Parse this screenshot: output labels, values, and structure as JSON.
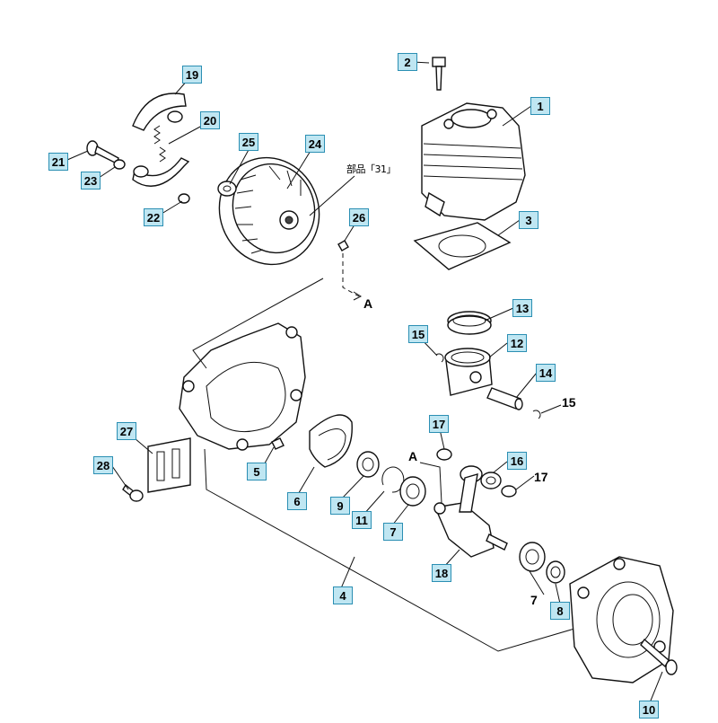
{
  "note_text": "部品「31」",
  "reference_letter": "A",
  "callouts": {
    "c1": "1",
    "c2": "2",
    "c3": "3",
    "c4": "4",
    "c5": "5",
    "c6": "6",
    "c7": "7",
    "c8": "8",
    "c9": "9",
    "c10": "10",
    "c11": "11",
    "c12": "12",
    "c13": "13",
    "c14": "14",
    "c15": "15",
    "c16": "16",
    "c17": "17",
    "c18": "18",
    "c19": "19",
    "c20": "20",
    "c21": "21",
    "c22": "22",
    "c23": "23",
    "c24": "24",
    "c25": "25",
    "c26": "26",
    "c27": "27",
    "c28": "28"
  },
  "plain_labels": {
    "p7": "7",
    "p15": "15",
    "p17": "17"
  },
  "colors": {
    "callout_fill": "#bfe6f2",
    "callout_border": "#2b8fb3"
  }
}
